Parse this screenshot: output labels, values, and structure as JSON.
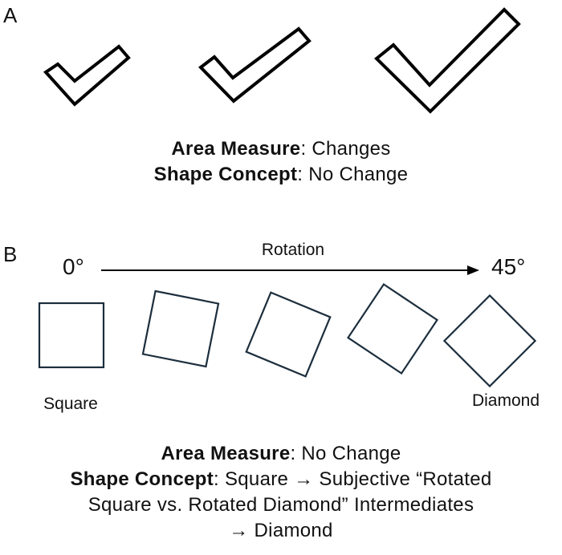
{
  "panel_a": {
    "label": "A",
    "area_measure_label": "Area Measure",
    "area_measure_value": ": Changes",
    "shape_concept_label": "Shape Concept",
    "shape_concept_value": ": No Change"
  },
  "panel_b": {
    "label": "B",
    "start_angle": "0°",
    "end_angle": "45°",
    "arrow_label": "Rotation",
    "square_label": "Square",
    "diamond_label": "Diamond",
    "rotations_deg": [
      0,
      11.25,
      22.5,
      33.75,
      45
    ],
    "area_measure_label": "Area Measure",
    "area_measure_value": ": No Change",
    "shape_concept_label": "Shape Concept",
    "shape_concept_line1": ": Square → Subjective “Rotated",
    "shape_concept_line2": "Square vs. Rotated Diamond” Intermediates",
    "shape_concept_line3": "→ Diamond"
  },
  "colors": {
    "shape_stroke": "#1c2e3d",
    "checkmark_stroke": "#000000"
  }
}
